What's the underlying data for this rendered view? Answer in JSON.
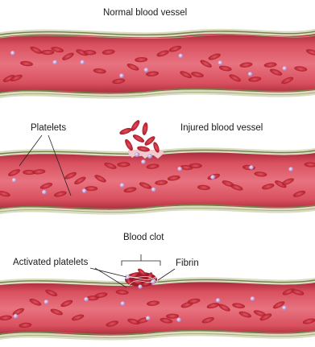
{
  "labels": {
    "normal_vessel": "Normal blood vessel",
    "platelets": "Platelets",
    "injured_vessel": "Injured blood vessel",
    "blood_clot": "Blood clot",
    "activated_platelets": "Activated platelets",
    "fibrin": "Fibrin"
  },
  "colors": {
    "vessel_wall": "#c83a4a",
    "vessel_lumen": "#e06472",
    "red_cell": "#b8222f",
    "platelet": "#c9a6dd",
    "adventitia": "#8a8f5c"
  }
}
